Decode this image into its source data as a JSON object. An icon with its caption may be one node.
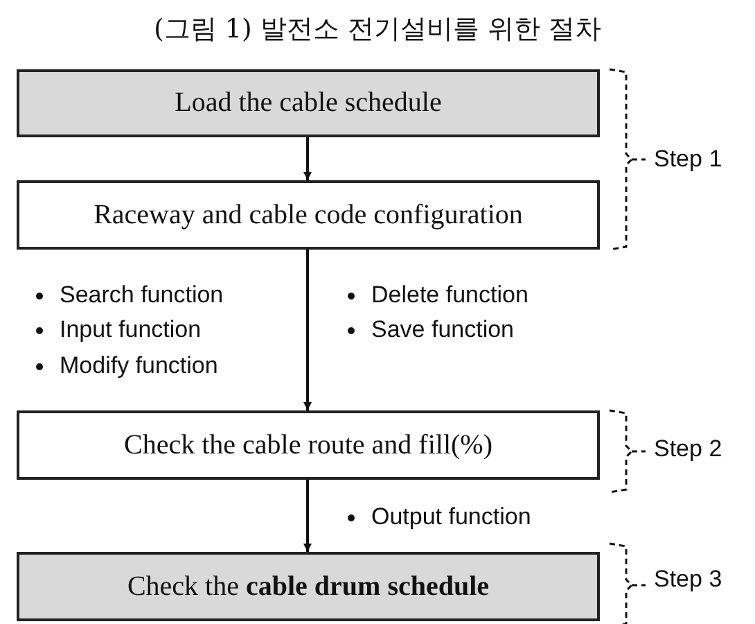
{
  "diagram": {
    "title": "(그림 1) 발전소 전기설비를 위한 절차",
    "nodes": [
      {
        "text": [
          "Load the cable schedule"
        ]
      },
      {
        "text": [
          "Raceway and cable code configuration"
        ]
      },
      {
        "text": [
          "Check the cable route and fill(%)"
        ]
      },
      {
        "text": [
          "Check the **cable drum schedule**"
        ]
      }
    ],
    "edges": [
      {
        "from": 0,
        "to": 1,
        "arrow": "to"
      },
      {
        "from": 1,
        "to": 2,
        "arrow": "to"
      },
      {
        "from": 2,
        "to": 3,
        "arrow": "to"
      }
    ],
    "labels": [
      "Step 1",
      "Search function",
      "Delete function",
      "Input function",
      "Save function",
      "Modify function",
      "Step 2",
      "Output function",
      "Step 3"
    ]
  }
}
